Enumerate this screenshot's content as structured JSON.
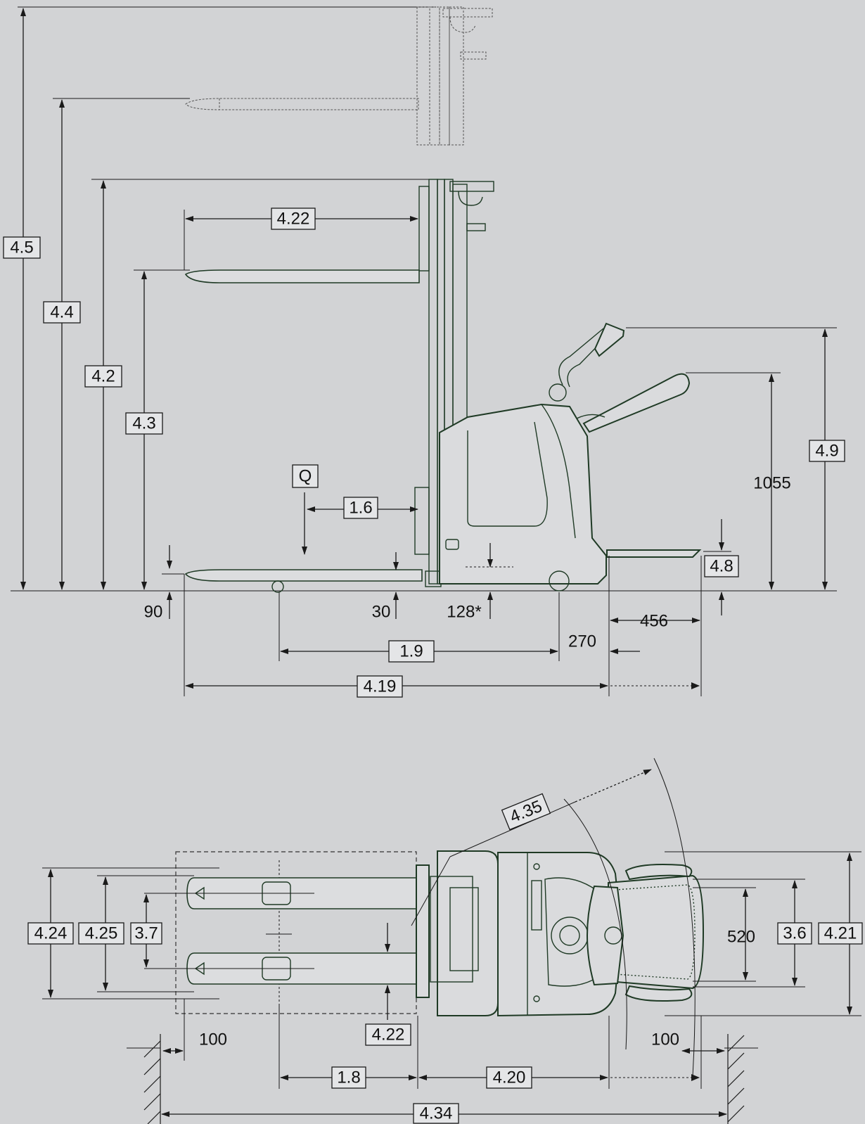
{
  "side_view": {
    "ref_labels": [
      "4.5",
      "4.4",
      "4.2",
      "4.3",
      "4.22",
      "Q",
      "1.6",
      "4.9",
      "4.8",
      "1.9",
      "4.19"
    ],
    "values": [
      "1055",
      "90",
      "30",
      "128*",
      "456",
      "270"
    ]
  },
  "top_view": {
    "ref_labels": [
      "4.35",
      "4.24",
      "4.25",
      "3.7",
      "3.6",
      "4.21",
      "4.22",
      "1.8",
      "4.20",
      "4.34"
    ],
    "values": [
      "520",
      "100",
      "100"
    ]
  }
}
